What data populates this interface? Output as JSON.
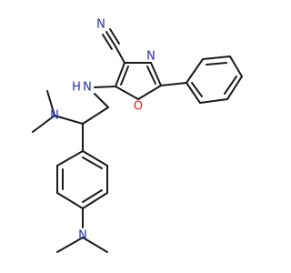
{
  "colors": {
    "carbon_bond": "#1a1a1a",
    "nitrogen": "#1f2fd6",
    "oxygen": "#ff1a1a",
    "background": "#ffffff"
  },
  "labels": {
    "nitrile_n": "N",
    "oxazole_n": "N",
    "oxazole_o": "O",
    "amine_nh": "H",
    "amine_n": "N",
    "nme2_top": "N",
    "nme2_bottom": "N"
  }
}
